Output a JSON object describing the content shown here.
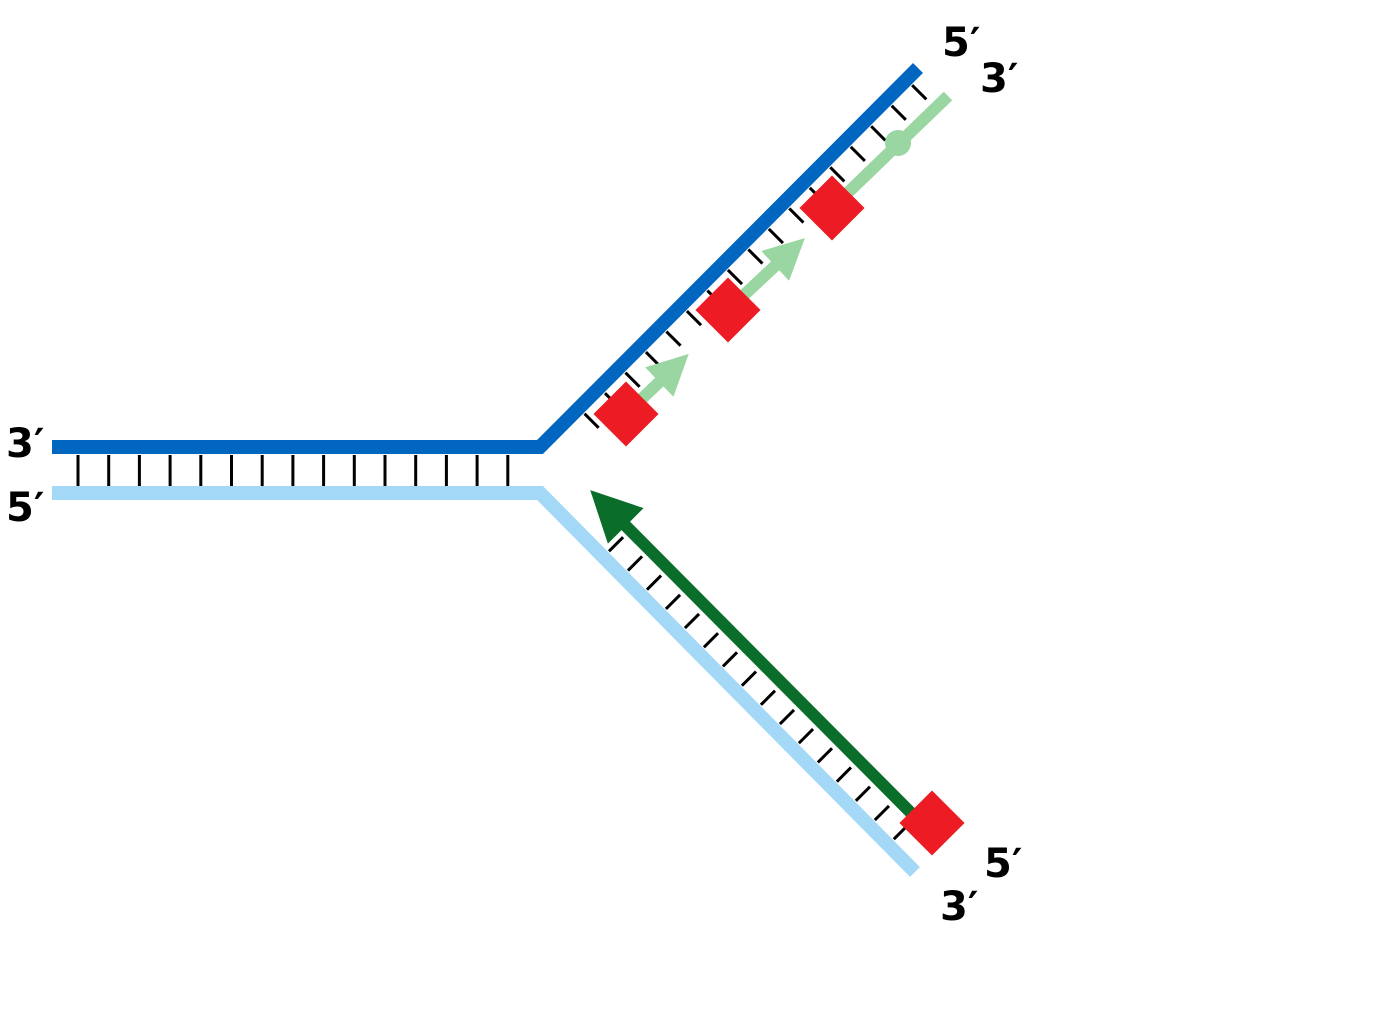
{
  "diagram": {
    "labels": {
      "parental_top_left_end": "3′",
      "parental_bottom_left_end": "5′",
      "upper_arm_parental_end": "5′",
      "upper_arm_lagging_end": "3′",
      "lower_arm_leading_end": "5′",
      "lower_arm_parental_end": "3′"
    },
    "colors": {
      "parental_strand_dark": "#0066bf",
      "parental_strand_light": "#a3d9f7",
      "leading_strand": "#0a6e2a",
      "lagging_fragments": "#99d6a1",
      "primer_blocks": "#ed1c24",
      "base_pair_rungs": "#000000"
    }
  }
}
